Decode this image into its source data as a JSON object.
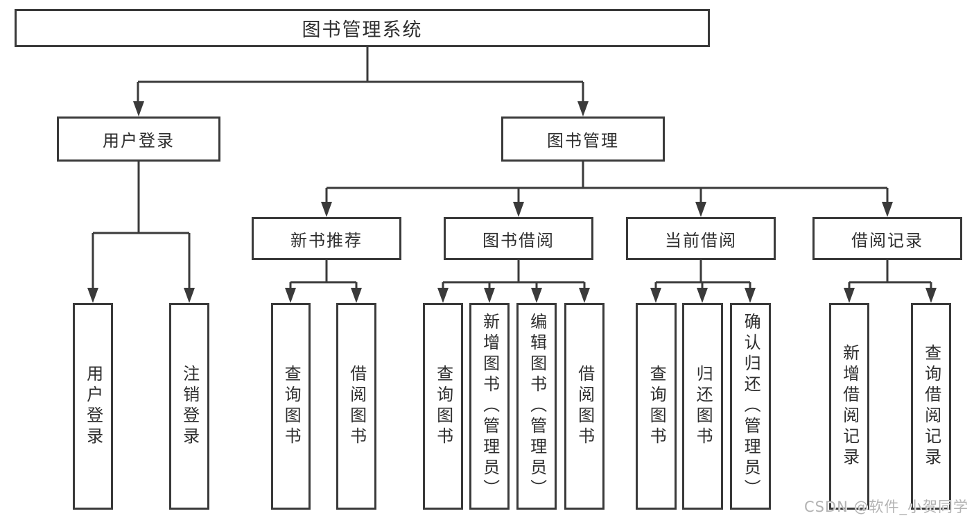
{
  "tree": {
    "root": {
      "label": "图书管理系统",
      "children": [
        {
          "label": "用户登录",
          "children": [
            {
              "label": "用户登录"
            },
            {
              "label": "注销登录"
            }
          ]
        },
        {
          "label": "图书管理",
          "children": [
            {
              "label": "新书推荐",
              "children": [
                {
                  "label": "查询图书"
                },
                {
                  "label": "借阅图书"
                }
              ]
            },
            {
              "label": "图书借阅",
              "children": [
                {
                  "label": "查询图书"
                },
                {
                  "label": "新增图书（管理员）"
                },
                {
                  "label": "编辑图书（管理员）"
                },
                {
                  "label": "借阅图书"
                }
              ]
            },
            {
              "label": "当前借阅",
              "children": [
                {
                  "label": "查询图书"
                },
                {
                  "label": "归还图书"
                },
                {
                  "label": "确认归还（管理员）"
                }
              ]
            },
            {
              "label": "借阅记录",
              "children": [
                {
                  "label": "新增借阅记录"
                },
                {
                  "label": "查询借阅记录"
                }
              ]
            }
          ]
        }
      ]
    }
  },
  "watermark": "CSDN @软件_小贺同学",
  "colors": {
    "line": "#3a3a3a",
    "text": "#2e2e2e",
    "background": "#ffffff",
    "watermark": "#b3b3b3"
  }
}
